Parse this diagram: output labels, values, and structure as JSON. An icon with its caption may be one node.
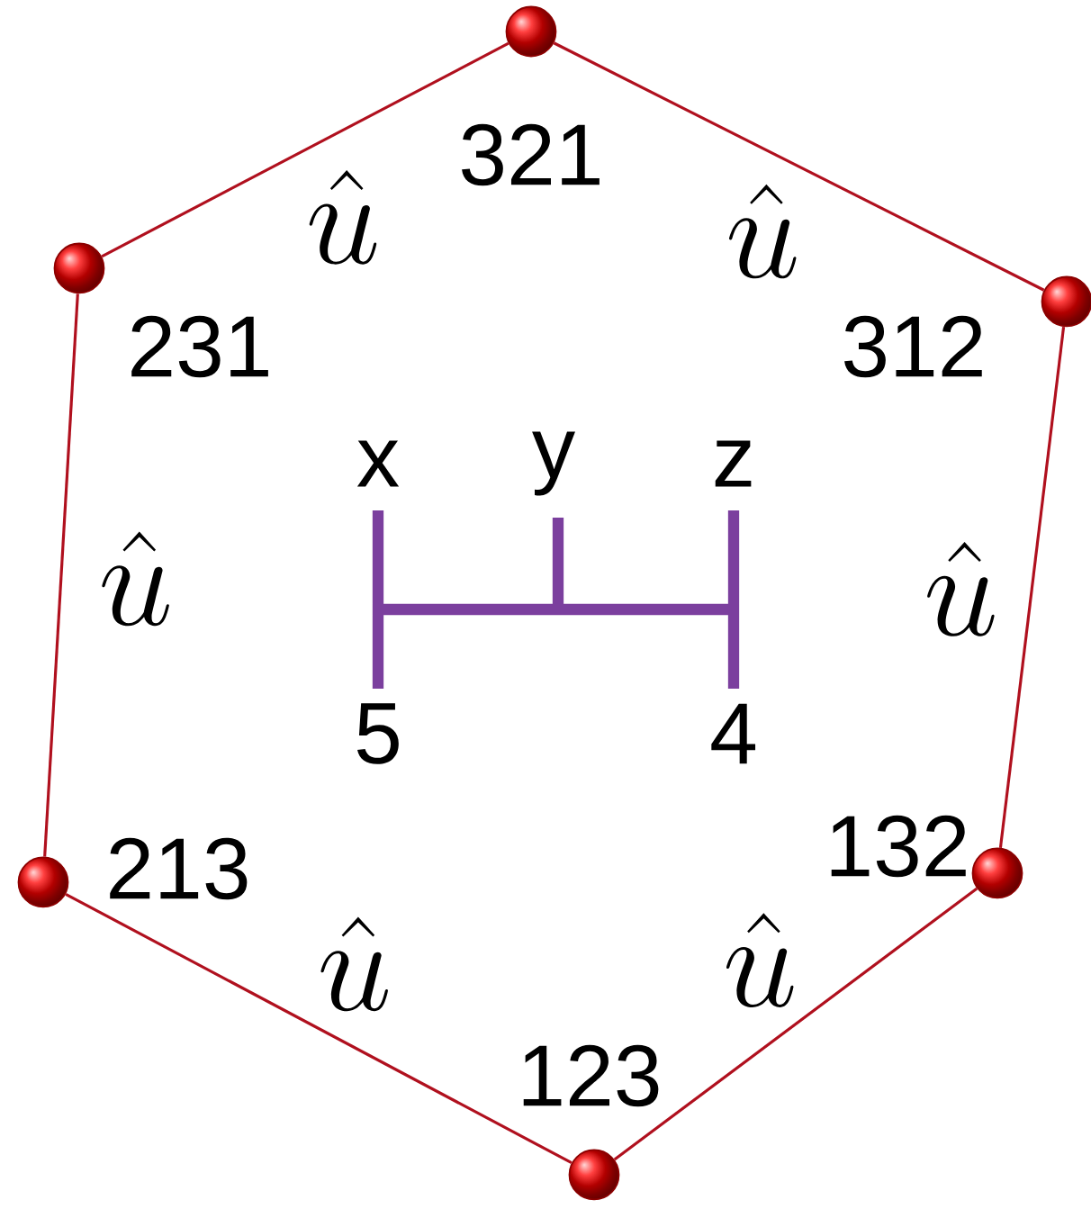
{
  "diagram": {
    "nodes": [
      {
        "text": [],
        "shape": "circle",
        "beside": [
          "321"
        ]
      },
      {
        "text": [],
        "shape": "circle",
        "beside": [
          "312"
        ]
      },
      {
        "text": [],
        "shape": "circle",
        "beside": [
          "132"
        ]
      },
      {
        "text": [],
        "shape": "circle",
        "beside": [
          "123"
        ]
      },
      {
        "text": [],
        "shape": "circle",
        "beside": [
          "213"
        ]
      },
      {
        "text": [],
        "shape": "circle",
        "beside": [
          "231"
        ]
      }
    ],
    "edges": [
      {
        "from": 0,
        "to": 1,
        "arrow": "none",
        "label": "\\hat{u}"
      },
      {
        "from": 1,
        "to": 2,
        "arrow": "none",
        "label": "\\hat{u}"
      },
      {
        "from": 2,
        "to": 3,
        "arrow": "none",
        "label": "\\hat{u}"
      },
      {
        "from": 3,
        "to": 4,
        "arrow": "none",
        "label": "\\hat{u}"
      },
      {
        "from": 4,
        "to": 5,
        "arrow": "none",
        "label": "\\hat{u}"
      },
      {
        "from": 5,
        "to": 0,
        "arrow": "none",
        "label": "\\hat{u}"
      }
    ],
    "labels": [
      "x",
      "y",
      "z",
      "5",
      "4"
    ]
  }
}
